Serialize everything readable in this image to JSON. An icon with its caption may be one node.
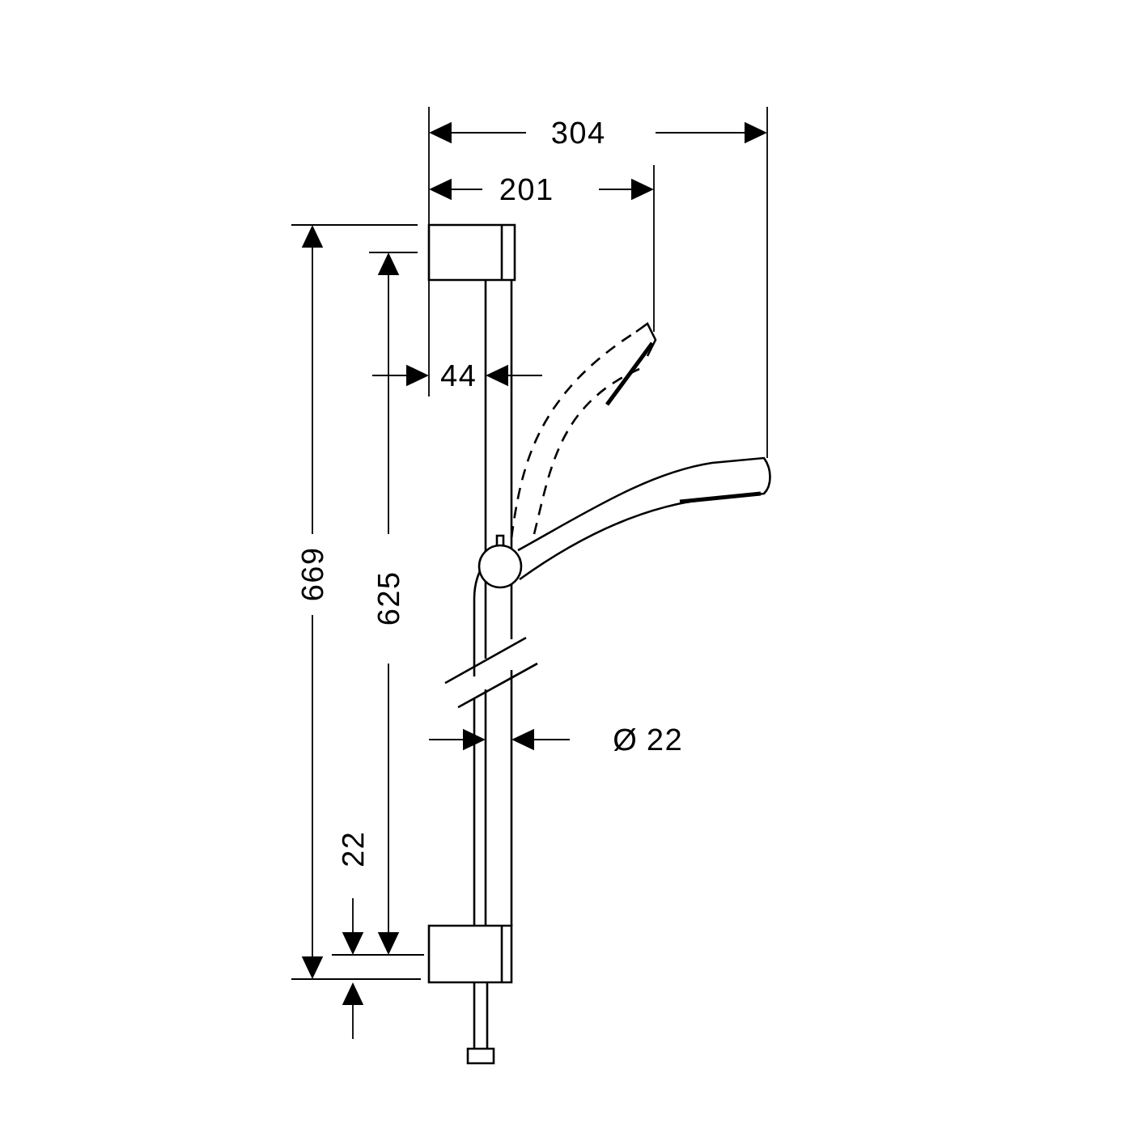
{
  "diagram": {
    "labels": [
      "304",
      "201",
      "44",
      "669",
      "625",
      "Ø 22",
      "22"
    ]
  }
}
